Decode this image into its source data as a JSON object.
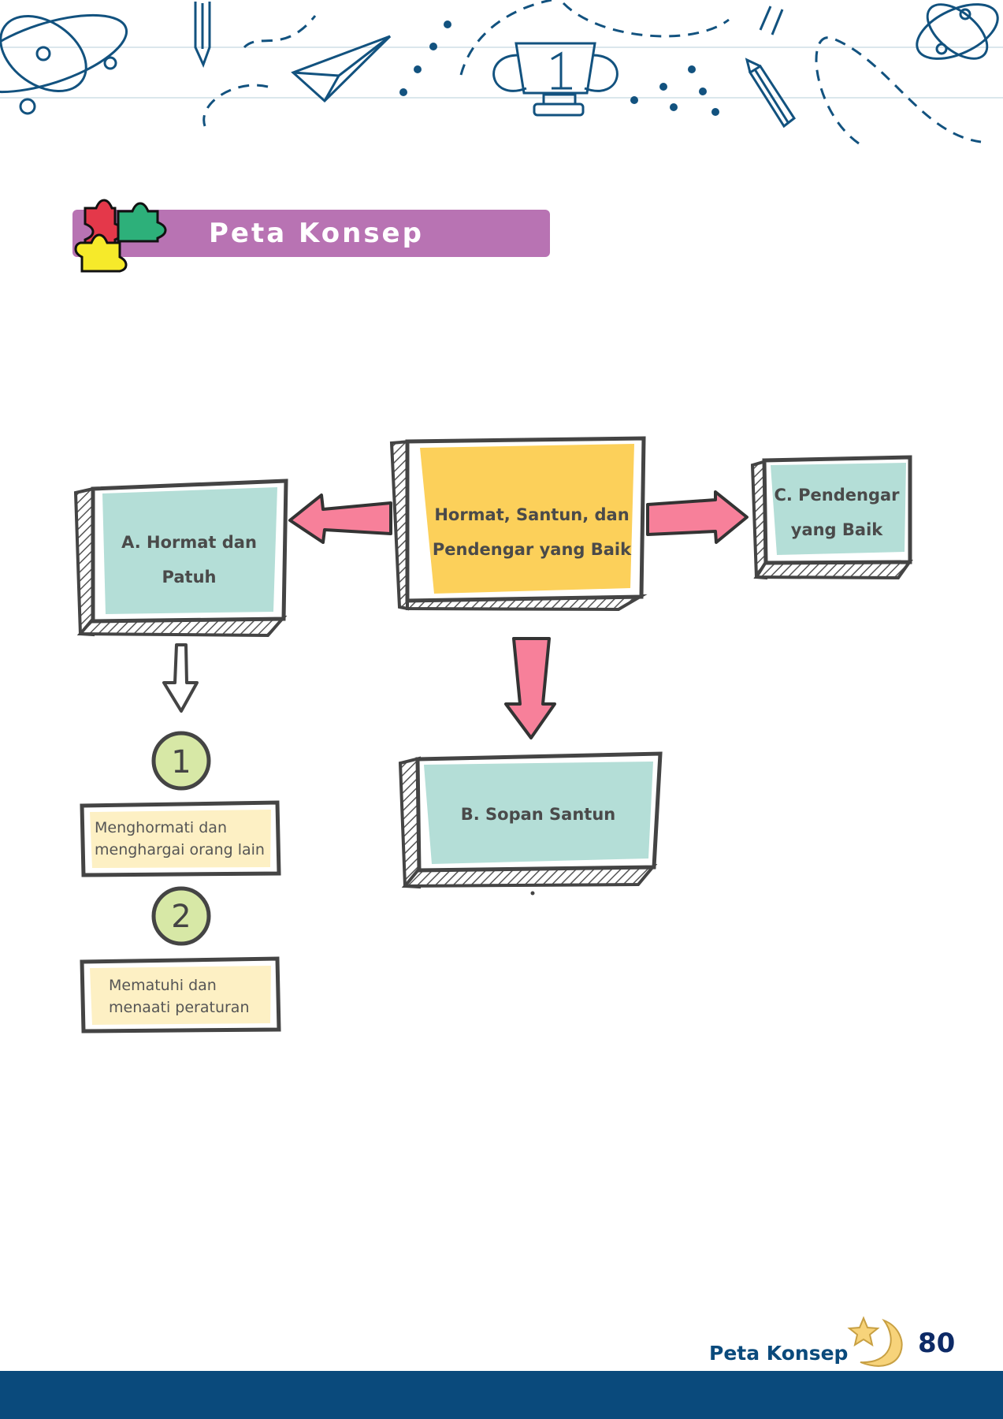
{
  "header": {
    "title": "Peta Konsep"
  },
  "diagram": {
    "center": {
      "label": "Hormat, Santun, dan Pendengar yang Baik"
    },
    "branch_a": {
      "label": "A. Hormat dan Patuh",
      "items": [
        {
          "number": "1",
          "text": "Menghormati dan menghargai orang lain"
        },
        {
          "number": "2",
          "text": "Mematuhi dan menaati peraturan"
        }
      ]
    },
    "branch_b": {
      "label": "B. Sopan Santun"
    },
    "branch_c": {
      "label": "C. Pendengar yang Baik"
    }
  },
  "footer": {
    "section_label": "Peta Konsep",
    "page_number": "80"
  },
  "colors": {
    "title_bar": "#b873b3",
    "center_box": "#fcd05a",
    "branch_box": "#b4ded7",
    "item_box": "#fdf0c4",
    "number_circle": "#d7e8a6",
    "arrow": "#f7809a",
    "doodle": "#12527f",
    "footer_bar": "#0a4a7c",
    "page_number": "#0d2a66"
  },
  "icons": [
    "puzzle-icon",
    "atom-doodle",
    "pencil-doodle",
    "paper-plane-doodle",
    "trophy-doodle",
    "moon-icon",
    "star-icon"
  ]
}
